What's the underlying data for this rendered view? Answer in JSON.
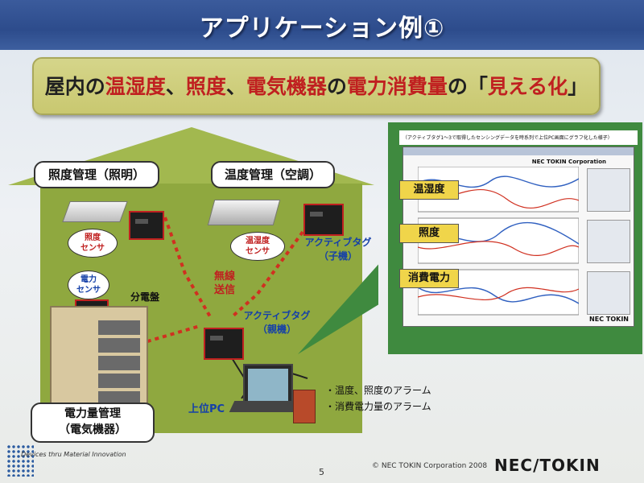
{
  "title": "アプリケーション例①",
  "banner": {
    "p1": "屋内の",
    "p2": "温湿度",
    "p3": "、",
    "p4": "照度",
    "p5": "、",
    "p6": "電気機器",
    "p7": "の",
    "p8": "電力消費量",
    "p9": "の「",
    "p10": "見える化",
    "p11": "」"
  },
  "house": {
    "lighting_callout": "照度管理（照明）",
    "temp_callout": "温度管理（空調）",
    "power_callout_1": "電力量管理",
    "power_callout_2": "（電気機器）",
    "lux_sensor_1": "照度",
    "lux_sensor_2": "センサ",
    "temp_sensor_1": "温湿度",
    "temp_sensor_2": "センサ",
    "power_sensor_1": "電力",
    "power_sensor_2": "センサ",
    "panel_label": "分電盤",
    "wireless_1": "無線",
    "wireless_2": "送信",
    "active_child_1": "アクティブタグ",
    "active_child_2": "（子機）",
    "active_parent_1": "アクティブタグ",
    "active_parent_2": "（親機）",
    "pc_label": "上位PC"
  },
  "screen": {
    "caption": "（アクティブタグ1～3で取得したセンシングデータを時系列で上位PC画面にグラフ化した様子）",
    "window_brand": "NEC TOKIN Corporation",
    "footer_brand": "NEC TOKIN",
    "labels": [
      "温湿度",
      "照度",
      "消費電力"
    ]
  },
  "alarms": [
    "・温度、照度のアラーム",
    "・消費電力量のアラーム"
  ],
  "footer": {
    "tagline": "Devices thru Material Innovation",
    "page": "5",
    "copyright": "© NEC TOKIN Corporation 2008",
    "logo": "NEC/TOKIN"
  },
  "colors": {
    "title_bar": "#2d4c8c",
    "house": "#8fa83f",
    "screen_frame": "#3f8a3f",
    "accent_red": "#c02020",
    "accent_blue": "#1540a8"
  }
}
